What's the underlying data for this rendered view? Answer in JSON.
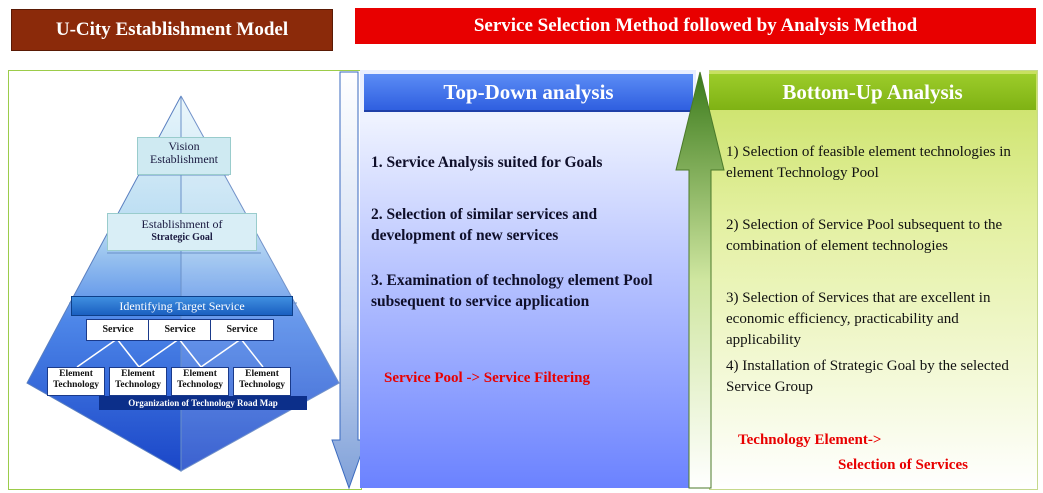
{
  "header": {
    "model_title": "U-City Establishment Model",
    "method_title": "Service Selection Method followed by Analysis Method"
  },
  "pyramid": {
    "vision_line1": "Vision",
    "vision_line2": "Establishment",
    "strategic_line1": "Establishment of",
    "strategic_line2": "Strategic Goal",
    "target_service": "Identifying Target Service",
    "services": [
      "Service",
      "Service",
      "Service"
    ],
    "element_line1": "Element",
    "element_line2": "Technology",
    "roadmap": "Organization of Technology Road Map",
    "colors": {
      "top": "#dff2f8",
      "mid": "#9fc7ee",
      "base": "#1f50d0"
    }
  },
  "top_down": {
    "title": "Top-Down analysis",
    "items": [
      "1. Service Analysis suited for Goals",
      "2. Selection of similar services and development of new services",
      "3. Examination of technology element Pool subsequent to service application"
    ],
    "footer": "Service Pool -> Service Filtering",
    "color": "#2f5fe0"
  },
  "bottom_up": {
    "title": "Bottom-Up Analysis",
    "items": [
      "1) Selection of feasible element technologies in element Technology Pool",
      "2) Selection of Service Pool subsequent to the combination of element technologies",
      "3) Selection of Services that are excellent in economic efficiency, practicability and applicability",
      "4) Installation of Strategic Goal by the selected Service Group"
    ],
    "footer_line1": "Technology Element->",
    "footer_line2": "Selection of Services",
    "color": "#8fc21f"
  }
}
